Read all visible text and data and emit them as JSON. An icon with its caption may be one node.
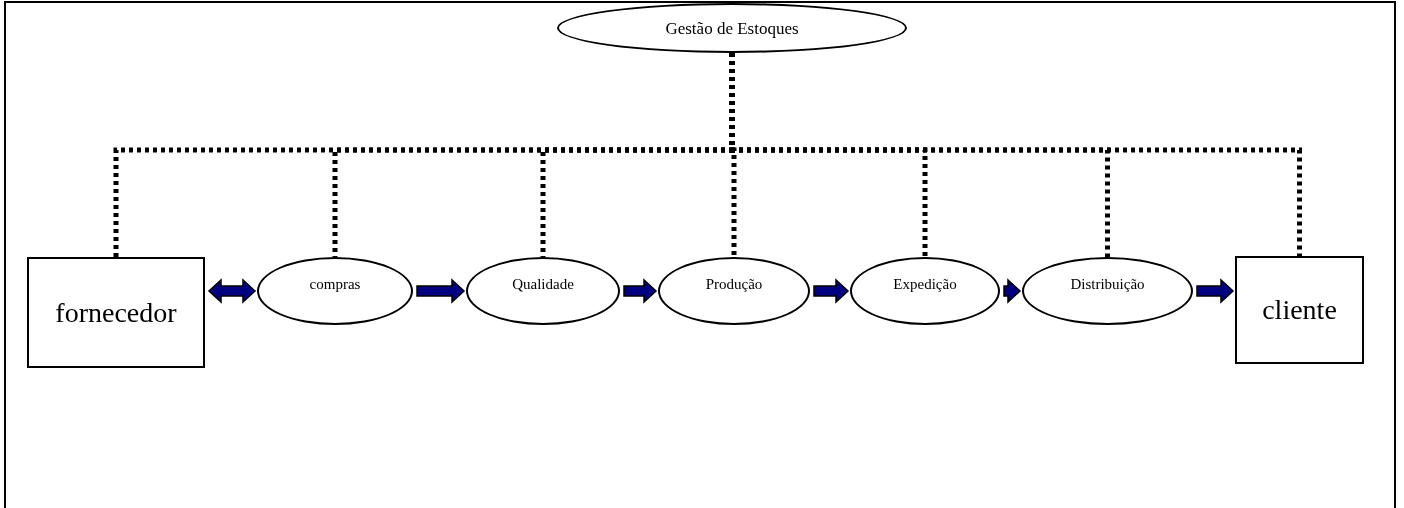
{
  "diagram": {
    "nodes": [
      {
        "text": [
          "Gestão de Estoques"
        ]
      },
      {
        "text": [
          "fornecedor"
        ]
      },
      {
        "text": [
          "compras"
        ]
      },
      {
        "text": [
          "Qualidade"
        ]
      },
      {
        "text": [
          "Produção"
        ]
      },
      {
        "text": [
          "Expedição"
        ]
      },
      {
        "text": [
          "Distribuição"
        ]
      },
      {
        "text": [
          "cliente"
        ]
      }
    ],
    "edges": [
      {
        "from": 0,
        "to": 1,
        "arrow": "none",
        "style": "dashed"
      },
      {
        "from": 0,
        "to": 2,
        "arrow": "none",
        "style": "dashed"
      },
      {
        "from": 0,
        "to": 3,
        "arrow": "none",
        "style": "dashed"
      },
      {
        "from": 0,
        "to": 4,
        "arrow": "none",
        "style": "dashed"
      },
      {
        "from": 0,
        "to": 5,
        "arrow": "none",
        "style": "dashed"
      },
      {
        "from": 0,
        "to": 6,
        "arrow": "none",
        "style": "dashed"
      },
      {
        "from": 0,
        "to": 7,
        "arrow": "none",
        "style": "dashed"
      },
      {
        "from": 1,
        "to": 2,
        "arrow": "both",
        "style": "thick",
        "color": "#000080"
      },
      {
        "from": 2,
        "to": 3,
        "arrow": "to",
        "style": "thick",
        "color": "#000080"
      },
      {
        "from": 3,
        "to": 4,
        "arrow": "to",
        "style": "thick",
        "color": "#000080"
      },
      {
        "from": 4,
        "to": 5,
        "arrow": "to",
        "style": "thick",
        "color": "#000080"
      },
      {
        "from": 5,
        "to": 6,
        "arrow": "to",
        "style": "thick",
        "color": "#000080"
      },
      {
        "from": 6,
        "to": 7,
        "arrow": "to",
        "style": "thick",
        "color": "#000080"
      }
    ]
  }
}
